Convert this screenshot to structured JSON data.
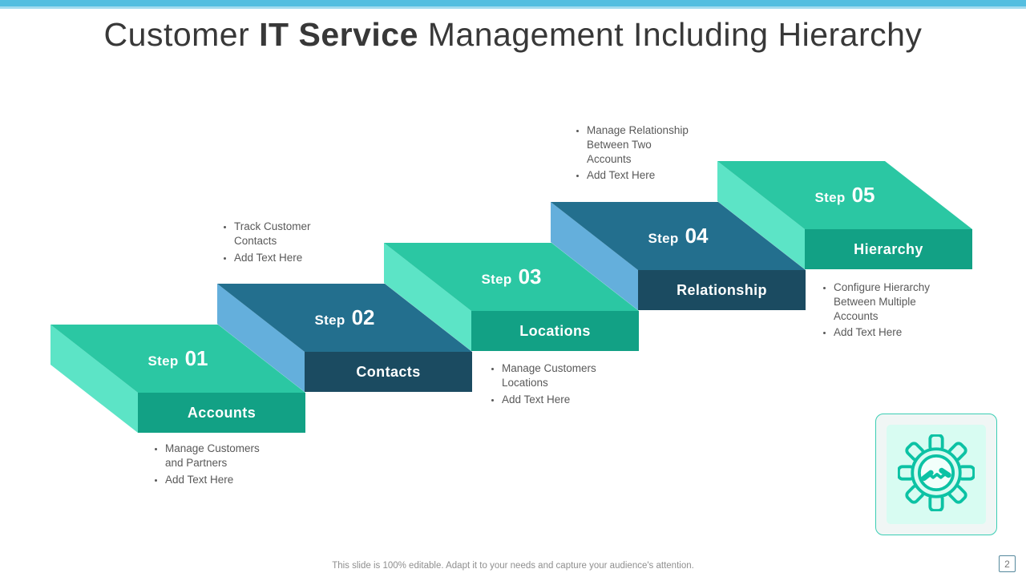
{
  "slide": {
    "title": {
      "pre": "Customer ",
      "bold": "IT Service",
      "post": " Management Including Hierarchy"
    },
    "footer_note": "This slide is 100% editable. Adapt it to your needs and capture your audience's attention.",
    "page_number": "2"
  },
  "steps": [
    {
      "step_word": "Step",
      "number": "01",
      "label": "Accounts",
      "scheme": "green",
      "bullets": [
        "Manage Customers and Partners",
        "Add Text Here"
      ]
    },
    {
      "step_word": "Step",
      "number": "02",
      "label": "Contacts",
      "scheme": "blue",
      "bullets": [
        "Track Customer Contacts",
        "Add Text Here"
      ]
    },
    {
      "step_word": "Step",
      "number": "03",
      "label": "Locations",
      "scheme": "green",
      "bullets": [
        "Manage Customers Locations",
        "Add Text Here"
      ]
    },
    {
      "step_word": "Step",
      "number": "04",
      "label": "Relationship",
      "scheme": "blue",
      "bullets": [
        "Manage Relationship Between Two Accounts",
        "Add Text Here"
      ]
    },
    {
      "step_word": "Step",
      "number": "05",
      "label": "Hierarchy",
      "scheme": "green",
      "bullets": [
        "Configure Hierarchy Between Multiple Accounts",
        "Add Text Here"
      ]
    }
  ],
  "icon": {
    "name": "gear-handshake"
  },
  "colors": {
    "top_bar": "#54bee0",
    "top_bar_light": "#a3dbef",
    "green_top": "#2bc7a3",
    "green_side": "#5ce4c6",
    "green_band": "#12a185",
    "blue_top": "#236f8e",
    "blue_side": "#64afdc",
    "blue_band": "#1b4b61",
    "icon_teal": "#0cc2a4",
    "body_text": "#595959",
    "title_text": "#383838"
  }
}
